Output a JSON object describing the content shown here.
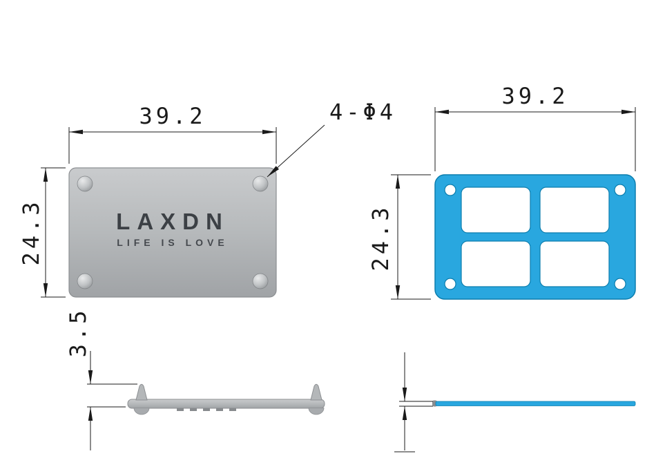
{
  "colors": {
    "background": "#ffffff",
    "line": "#1a1a1a",
    "plate_gray": "#b6b9bb",
    "gasket_blue": "#29a7df",
    "gasket_blue_outline": "#0c7dad",
    "logo_text": "#3c4045"
  },
  "front_view": {
    "logo": "LAXDN",
    "tagline": "LIFE IS LOVE",
    "width_dim": "39.2",
    "height_dim": "24.3",
    "hole_callout": "4-Φ4"
  },
  "back_view": {
    "width_dim": "39.2",
    "height_dim": "24.3"
  },
  "side_view": {
    "height_dim": "3.5"
  }
}
